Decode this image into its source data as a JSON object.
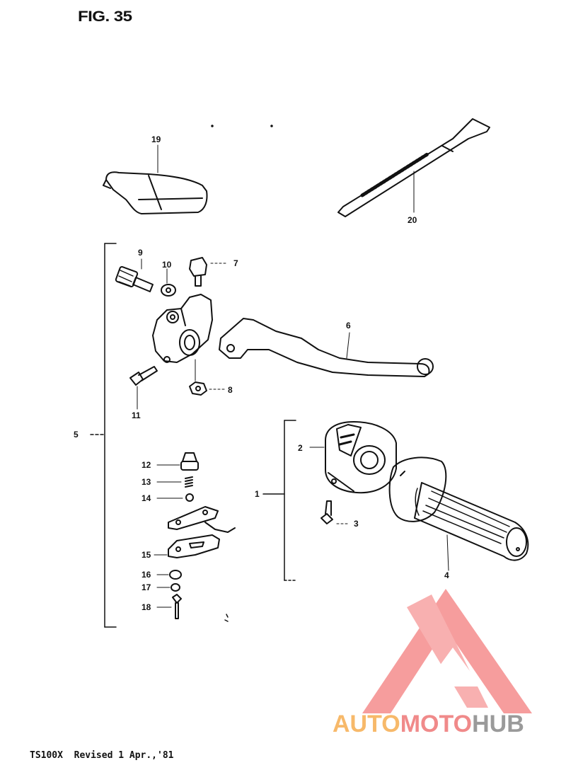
{
  "figure": {
    "title": "FIG. 35",
    "footer": "TS100X  Revised 1 Apr.,'81"
  },
  "callouts": {
    "c1": "1",
    "c2": "2",
    "c3": "3",
    "c4": "4",
    "c5": "5",
    "c6": "6",
    "c7": "7",
    "c8": "8",
    "c9": "9",
    "c10": "10",
    "c11": "11",
    "c12": "12",
    "c13": "13",
    "c14": "14",
    "c15": "15",
    "c16": "16",
    "c17": "17",
    "c18": "18",
    "c19": "19",
    "c20": "20"
  },
  "watermark": {
    "part1": "AUTO",
    "part2": "MOTO",
    "part3": "HUB",
    "colors": {
      "orange": "#f7b96a",
      "red": "#f08a8a",
      "grey": "#9a9a9a"
    }
  }
}
